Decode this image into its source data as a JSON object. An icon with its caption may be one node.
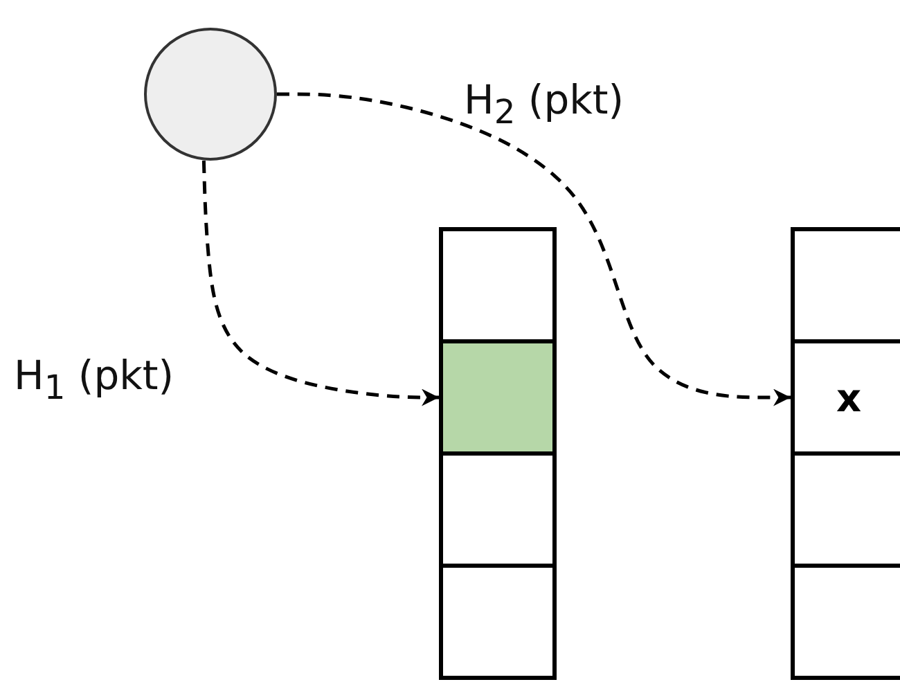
{
  "diagram": {
    "nodes": [
      {
        "text": [],
        "shape": "circle"
      },
      {
        "text": [],
        "shape": "box"
      },
      {
        "text": [],
        "shape": "box",
        "in": 1
      },
      {
        "text": [],
        "shape": "box",
        "in": 1
      },
      {
        "text": [],
        "shape": "box",
        "in": 1
      },
      {
        "text": [],
        "shape": "box",
        "in": 1
      },
      {
        "text": [],
        "shape": "box"
      },
      {
        "text": [],
        "shape": "box",
        "in": 6
      },
      {
        "text": [
          "x"
        ],
        "in": 6
      },
      {
        "text": [],
        "shape": "box",
        "in": 6
      },
      {
        "text": [],
        "shape": "box",
        "in": 6
      }
    ],
    "edges": [
      {
        "from": 0,
        "to": 3,
        "arrow": "to",
        "style": "dashed",
        "label": "H$_{1}$ (pkt)"
      },
      {
        "from": 0,
        "to": 8,
        "arrow": "to",
        "style": "dashed",
        "label": "H$_{2}$ (pkt)"
      }
    ]
  }
}
